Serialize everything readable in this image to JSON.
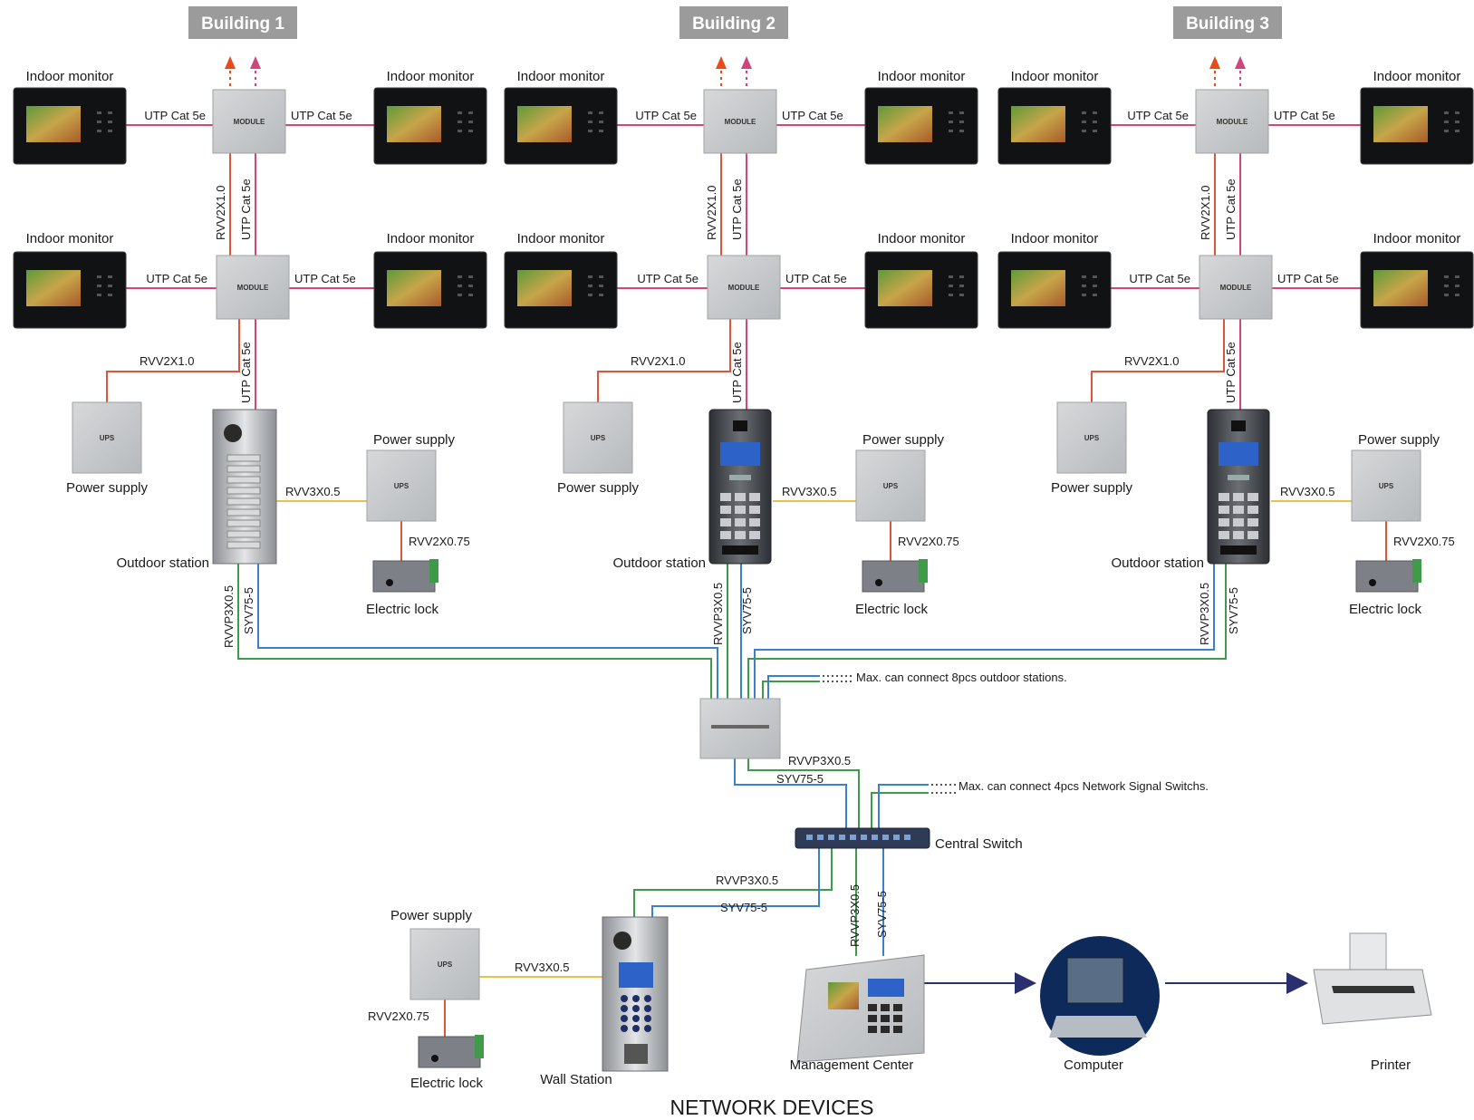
{
  "title": "NETWORK DEVICES",
  "buildings": [
    {
      "name": "Building 1"
    },
    {
      "name": "Building 2"
    },
    {
      "name": "Building 3"
    }
  ],
  "labels": {
    "indoor_monitor": "Indoor monitor",
    "module": "MODULE",
    "ups": "UPS",
    "power_supply": "Power supply",
    "outdoor_station": "Outdoor station",
    "electric_lock": "Electric lock",
    "central_switch": "Central Switch",
    "wall_station": "Wall Station",
    "management_center": "Management Center",
    "computer": "Computer",
    "printer": "Printer"
  },
  "cables": {
    "utp": "UTP Cat 5e",
    "rvv2x1": "RVV2X1.0",
    "rvv3x05": "RVV3X0.5",
    "rvv2x075": "RVV2X0.75",
    "rvvp3x05": "RVVP3X0.5",
    "syv75": "SYV75-5"
  },
  "notes": {
    "max_outdoor": "Max. can connect 8pcs outdoor stations.",
    "max_switch": "Max. can connect 4pcs Network Signal Switchs."
  },
  "colors": {
    "utp": "#d6457a",
    "power": "#e0553a",
    "rvv3": "#e8c04a",
    "green": "#3f9a4a",
    "blue": "#3b7fd0",
    "arrow_orange": "#e84a1a",
    "arrow_pink": "#d0457e",
    "building_tag": "#9b9b9b",
    "device_gray": "#c8cacc"
  }
}
